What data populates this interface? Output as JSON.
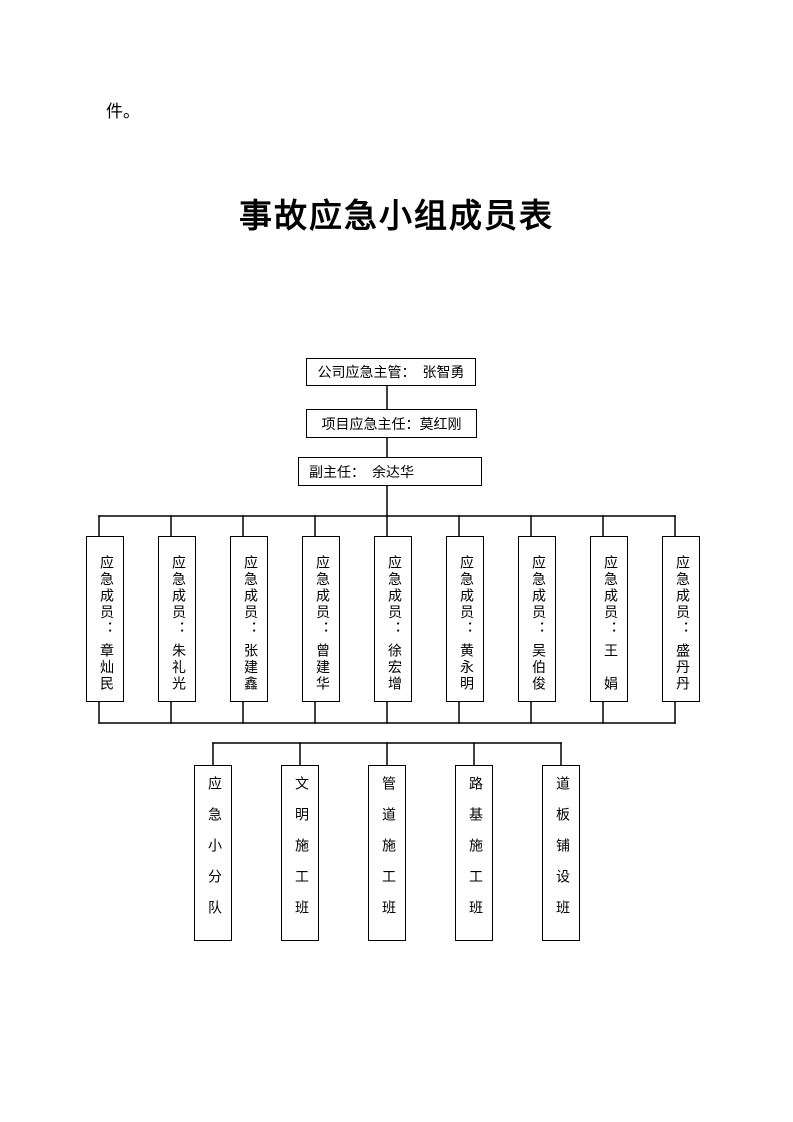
{
  "page": {
    "leading_text": "件。",
    "title": "事故应急小组成员表"
  },
  "org": {
    "top_boxes": [
      {
        "label": "公司应急主管：　张智勇"
      },
      {
        "label": "项目应急主任：莫红刚"
      },
      {
        "label": "副主任：　余达华"
      }
    ],
    "members": [
      {
        "prefix": "应急成员：",
        "name": "章灿民"
      },
      {
        "prefix": "应急成员：",
        "name": "朱礼光"
      },
      {
        "prefix": "应急成员：",
        "name": "张建鑫"
      },
      {
        "prefix": "应急成员：",
        "name": "曾建华"
      },
      {
        "prefix": "应急成员：",
        "name": "徐宏增"
      },
      {
        "prefix": "应急成员：",
        "name": "黄永明"
      },
      {
        "prefix": "应急成员：",
        "name": "吴伯俊"
      },
      {
        "prefix": "应急成员：",
        "name": "王　娟"
      },
      {
        "prefix": "应急成员：",
        "name": "盛丹丹"
      }
    ],
    "teams": [
      {
        "name": "应急小分队"
      },
      {
        "name": "文明施工班"
      },
      {
        "name": "管道施工班"
      },
      {
        "name": "路基施工班"
      },
      {
        "name": "道板铺设班"
      }
    ]
  },
  "colors": {
    "background": "#ffffff",
    "text": "#000000",
    "line": "#000000"
  }
}
